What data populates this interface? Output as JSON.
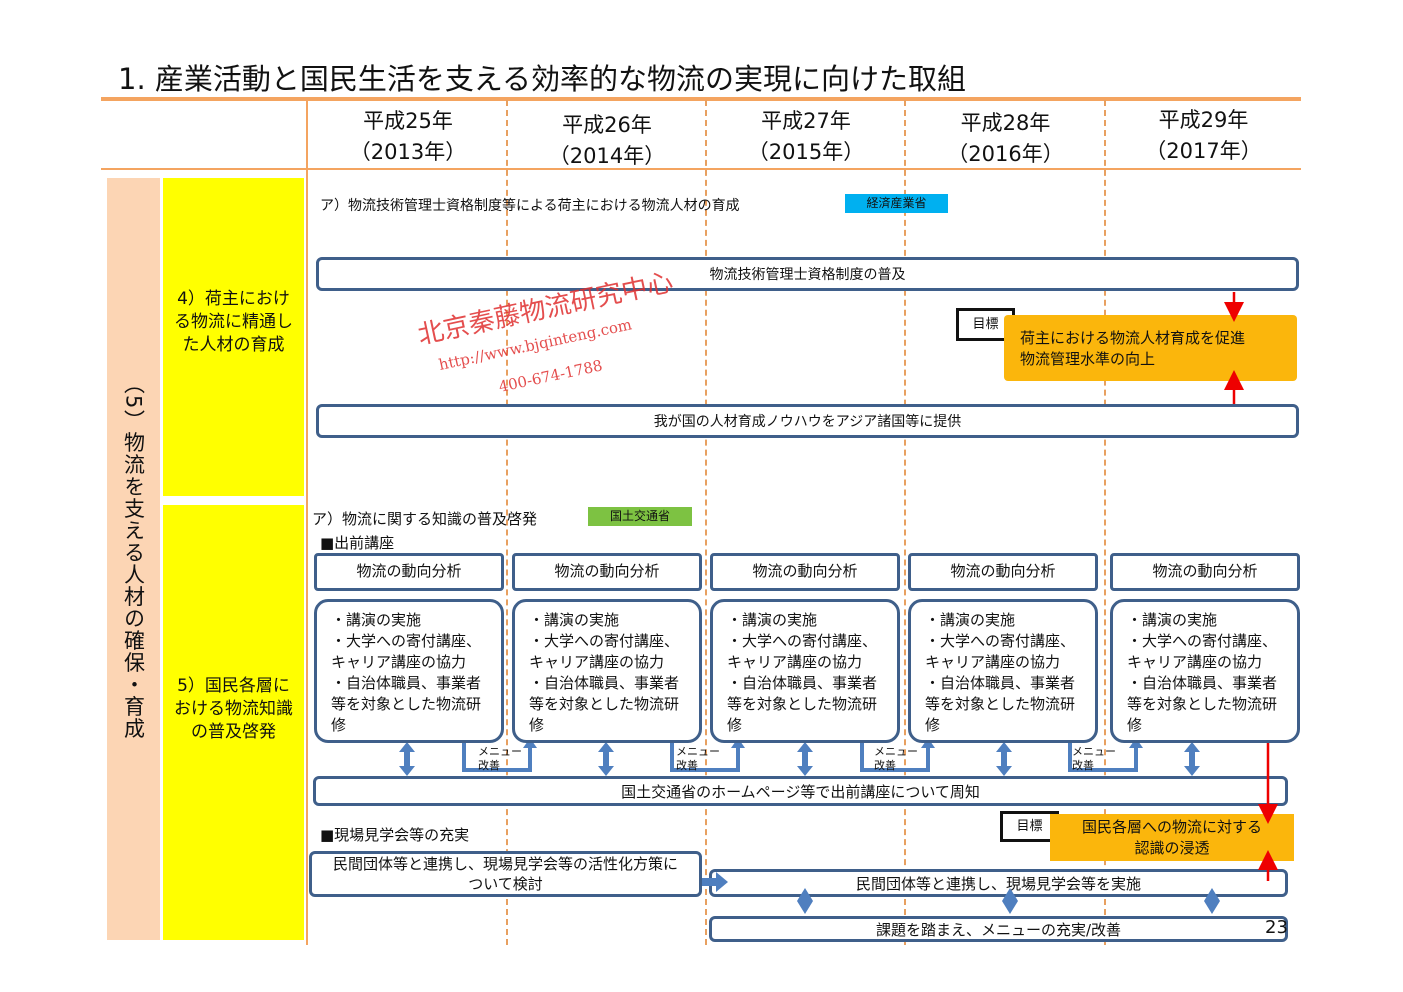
{
  "title": "1. 産業活動と国民生活を支える効率的な物流の実現に向けた取組",
  "years": [
    {
      "era": "平成25年",
      "ad": "（2013年）"
    },
    {
      "era": "平成26年",
      "ad": "（2014年）"
    },
    {
      "era": "平成27年",
      "ad": "（2015年）"
    },
    {
      "era": "平成28年",
      "ad": "（2016年）"
    },
    {
      "era": "平成29年",
      "ad": "（2017年）"
    }
  ],
  "category": "（5）物流を支える人材の確保・育成",
  "sub4": "4）荷主における物流に精通した人材の育成",
  "sub5": "5）国民各層における物流知識の普及啓発",
  "sec_a": {
    "heading": "ア）物流技術管理士資格制度等による荷主における物流人材の育成",
    "ministry": "経済産業省",
    "bar1": "物流技術管理士資格制度の普及",
    "goal_label": "目標",
    "goal_line1": "荷主における物流人材育成を促進",
    "goal_line2": "物流管理水準の向上",
    "bar2": "我が国の人材育成ノウハウをアジア諸国等に提供"
  },
  "sec_b": {
    "heading": "ア）物流に関する知識の普及啓発",
    "ministry": "国土交通省",
    "lecture_title": "■出前講座",
    "lecture_head": "物流の動向分析",
    "lecture_items": [
      "・講演の実施",
      "・大学への寄付講座、キャリア講座の協力",
      "・自治体職員、事業者等を対象とした物流研修"
    ],
    "menu_line1": "メニュー",
    "menu_line2": "改善",
    "notice": "国土交通省のホームページ等で出前講座について周知",
    "visit_title": "■現場見学会等の充実",
    "visit_study": "民間団体等と連携し、現場見学会等の活性化方策について検討",
    "visit_do": "民間団体等と連携し、現場見学会等を実施",
    "visit_improve": "課題を踏まえ、メニューの充実/改善",
    "goal_label": "目標",
    "goal_line1": "国民各層への物流に対する",
    "goal_line2": "認識の浸透"
  },
  "watermark": {
    "line1": "北京秦藤物流研究中心",
    "line2": "http://www.bjqinteng.com",
    "line3": "400-674-1788"
  },
  "page_number": "23",
  "colors": {
    "accent": "#f4a460",
    "yellow": "#ffff00",
    "peach": "#fcd5b4",
    "navy": "#3f5f8a",
    "goal": "#fbb60c",
    "meti": "#00b0f0",
    "mlit": "#7dc242"
  }
}
